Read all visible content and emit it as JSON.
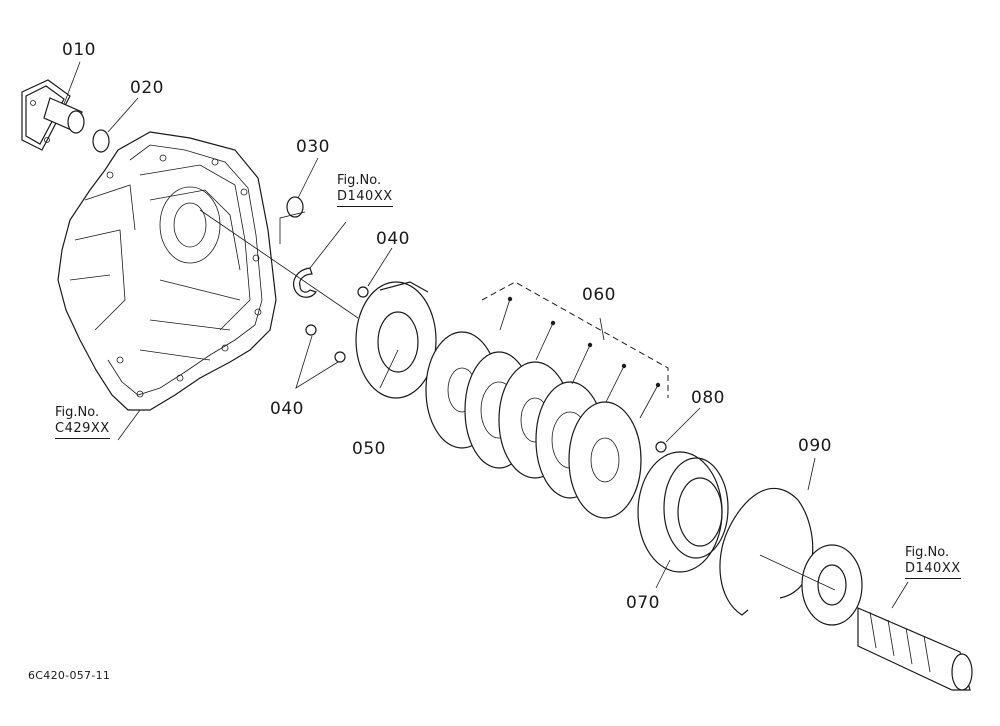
{
  "parts": [
    {
      "label": "010"
    },
    {
      "label": "020"
    },
    {
      "label": "030"
    },
    {
      "label": "040"
    },
    {
      "label": "040"
    },
    {
      "label": "050"
    },
    {
      "label": "060"
    },
    {
      "label": "070"
    },
    {
      "label": "080"
    },
    {
      "label": "090"
    }
  ],
  "figure_refs": [
    {
      "prefix": "Fig.No.",
      "code": "D140XX"
    },
    {
      "prefix": "Fig.No.",
      "code": "C429XX"
    },
    {
      "prefix": "Fig.No.",
      "code": "D140XX"
    }
  ],
  "drawing_code": "6C420-057-11"
}
